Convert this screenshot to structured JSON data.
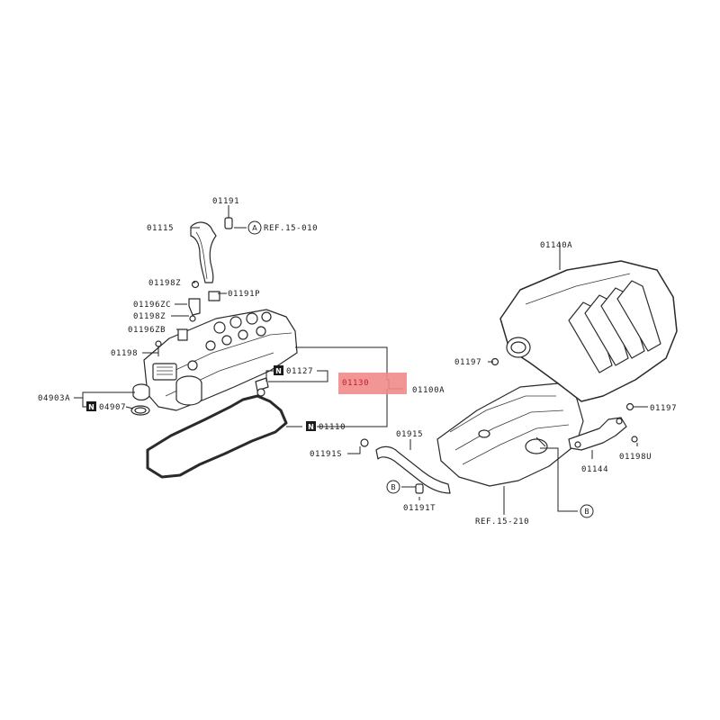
{
  "labels": {
    "p01191": "01191",
    "p01115": "01115",
    "ref_15_010": "REF.15-010",
    "p01198Z_a": "01198Z",
    "p01191P": "01191P",
    "p01196ZC": "01196ZC",
    "p01198Z_b": "01198Z",
    "p01196ZB": "01196ZB",
    "p01198": "01198",
    "p04903A": "04903A",
    "p04907": "04907",
    "p01127": "01127",
    "p01130": "01130",
    "p01100A": "01100A",
    "p01110": "01110",
    "p01191S": "01191S",
    "p01915": "01915",
    "p01191T": "01191T",
    "ref_15_210": "REF.15-210",
    "p01140A": "01140A",
    "p01197_a": "01197",
    "p01197_b": "01197",
    "p01144": "01144",
    "p01198U": "01198U"
  },
  "markers": {
    "n": "N",
    "a": "A",
    "b": "B"
  },
  "highlight_color": "#f08a8a"
}
